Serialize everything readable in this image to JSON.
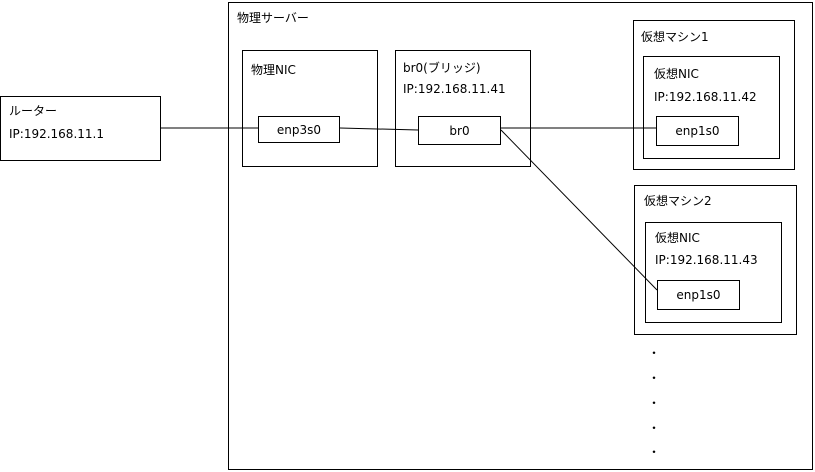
{
  "router": {
    "title": "ルーター",
    "ip": "IP:192.168.11.1"
  },
  "server": {
    "title": "物理サーバー"
  },
  "physical_nic": {
    "title": "物理NIC",
    "port": "enp3s0"
  },
  "bridge": {
    "title": "br0(ブリッジ)",
    "ip": "IP:192.168.11.41",
    "port": "br0"
  },
  "vm1": {
    "title": "仮想マシン1",
    "nic_title": "仮想NIC",
    "ip": "IP:192.168.11.42",
    "port": "enp1s0"
  },
  "vm2": {
    "title": "仮想マシン2",
    "nic_title": "仮想NIC",
    "ip": "IP:192.168.11.43",
    "port": "enp1s0"
  },
  "ellipsis": [
    "・",
    "・",
    "・",
    "・",
    "・"
  ]
}
